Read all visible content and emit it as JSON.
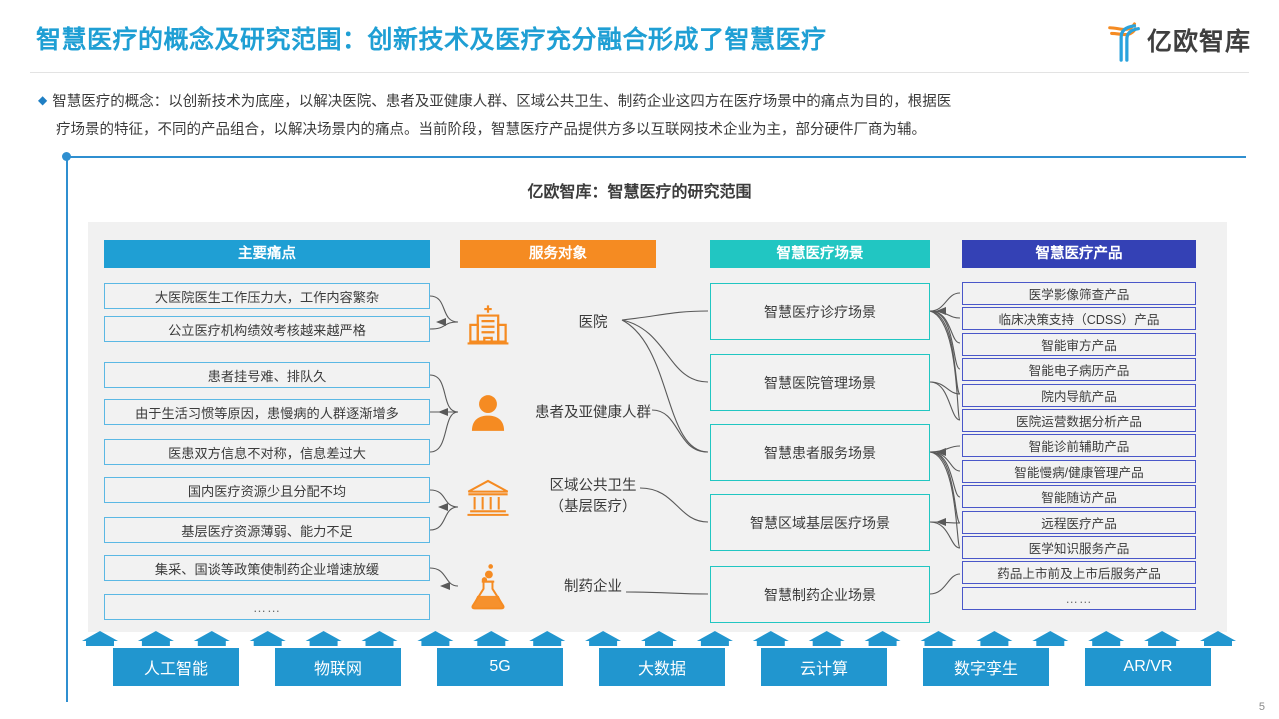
{
  "header": {
    "title": "智慧医疗的概念及研究范围：创新技术及医疗充分融合形成了智慧医疗",
    "logo_text": "亿欧智库",
    "logo_icon": "yiou-sprout-logo"
  },
  "lead": {
    "bullet": "◆",
    "line1": "智慧医疗的概念：以创新技术为底座，以解决医院、患者及亚健康人群、区域公共卫生、制药企业这四方在医疗场景中的痛点为目的，根据医",
    "line2": "疗场景的特征，不同的产品组合，以解决场景内的痛点。当前阶段，智慧医疗产品提供方多以互联网技术企业为主，部分硬件厂商为辅。"
  },
  "chart_title": "亿欧智库：智慧医疗的研究范围",
  "columns": {
    "pain": {
      "header": "主要痛点",
      "color": "#1f9fd4"
    },
    "object": {
      "header": "服务对象",
      "color": "#f58b22"
    },
    "scene": {
      "header": "智慧医疗场景",
      "color": "#21c6c2"
    },
    "product": {
      "header": "智慧医疗产品",
      "color": "#3441b5"
    }
  },
  "pain_points": [
    "大医院医生工作压力大，工作内容繁杂",
    "公立医疗机构绩效考核越来越严格",
    "患者挂号难、排队久",
    "由于生活习惯等原因，患慢病的人群逐渐增多",
    "医患双方信息不对称，信息差过大",
    "国内医疗资源少且分配不均",
    "基层医疗资源薄弱、能力不足",
    "集采、国谈等政策使制药企业增速放缓",
    "……"
  ],
  "service_objects": [
    {
      "label": "医院",
      "icon": "hospital-icon"
    },
    {
      "label": "患者及亚健康人群",
      "icon": "person-icon"
    },
    {
      "label": "区域公共卫生\n（基层医疗）",
      "line1": "区域公共卫生",
      "line2": "（基层医疗）",
      "icon": "institution-icon"
    },
    {
      "label": "制药企业",
      "icon": "flask-icon"
    }
  ],
  "scenes": [
    "智慧医疗诊疗场景",
    "智慧医院管理场景",
    "智慧患者服务场景",
    "智慧区域基层医疗场景",
    "智慧制药企业场景"
  ],
  "products": [
    "医学影像筛查产品",
    "临床决策支持（CDSS）产品",
    "智能审方产品",
    "智能电子病历产品",
    "院内导航产品",
    "医院运营数据分析产品",
    "智能诊前辅助产品",
    "智能慢病/健康管理产品",
    "智能随访产品",
    "远程医疗产品",
    "医学知识服务产品",
    "药品上市前及上市后服务产品",
    "……"
  ],
  "technologies": [
    "人工智能",
    "物联网",
    "5G",
    "大数据",
    "云计算",
    "数字孪生",
    "AR/VR"
  ],
  "page_number": "5"
}
